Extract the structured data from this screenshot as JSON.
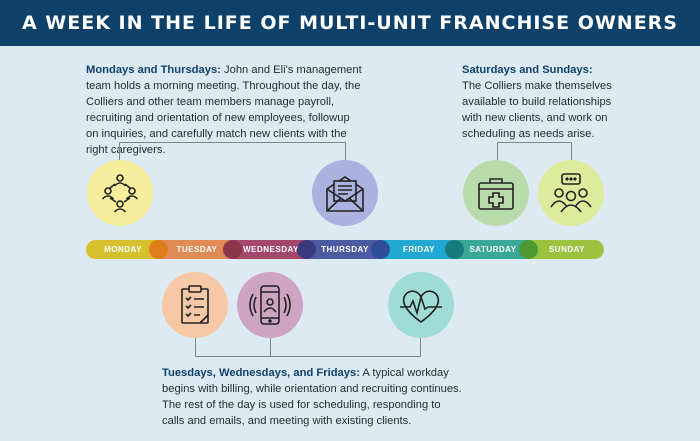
{
  "title": "A WEEK IN THE LIFE OF MULTI-UNIT FRANCHISE OWNERS",
  "notes": {
    "mon_thu": {
      "heading": "Mondays and Thursdays:",
      "body": " John and Eli's management team holds a morning meeting. Throughout the day, the Colliers and other team members manage payroll, recruiting and orientation of new employees, followup on inquiries, and carefully match new clients with the right caregivers."
    },
    "sat_sun": {
      "heading": "Saturdays and Sundays:",
      "body": "The Colliers make themselves available to build relationships with new clients, and work on scheduling as needs arise."
    },
    "tue_wed_fri": {
      "heading": "Tuesdays, Wednesdays, and Fridays:",
      "body": " A typical workday begins with billing, while orientation and recruiting continues. The rest of the day is used for scheduling, responding to calls and emails, and meeting with existing clients."
    }
  },
  "days": [
    "MONDAY",
    "TUESDAY",
    "WEDNESDAY",
    "THURSDAY",
    "FRIDAY",
    "SATURDAY",
    "SUNDAY"
  ],
  "colors": {
    "header": "#0e4169",
    "days": [
      "#d6c02e",
      "#e08a56",
      "#a4476b",
      "#4d5aa1",
      "#21a9d3",
      "#3aa896",
      "#9cc33f"
    ],
    "dots": [
      "#e07c1a",
      "#8c3549",
      "#3b3a7e",
      "#2f4d9a",
      "#187b7b",
      "#4d9a33"
    ]
  },
  "icons": [
    "team-network-icon",
    "envelope-icon",
    "first-aid-kit-icon",
    "group-chat-icon",
    "clipboard-checklist-icon",
    "smartphone-icon",
    "heart-pulse-icon"
  ]
}
